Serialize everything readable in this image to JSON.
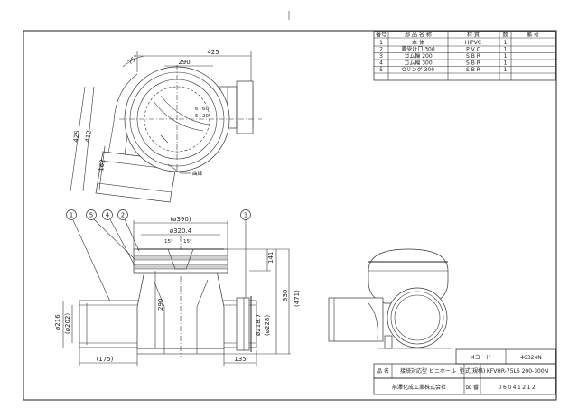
{
  "parts_table": {
    "headers": {
      "no": "番号",
      "name": "部 品 名 称",
      "material": "材 質",
      "qty": "数",
      "note": "備 考"
    },
    "rows": [
      {
        "no": "1",
        "name": "本 体",
        "material": "HIPVC",
        "qty": "1"
      },
      {
        "no": "2",
        "name": "蓋受け口 300",
        "material": "P V C",
        "qty": "1"
      },
      {
        "no": "3",
        "name": "ゴム輪 200",
        "material": "S B R",
        "qty": "1"
      },
      {
        "no": "4",
        "name": "ゴム輪 300",
        "material": "S B R",
        "qty": "1"
      },
      {
        "no": "5",
        "name": "Oリング 300",
        "material": "S B R",
        "qty": "1"
      }
    ]
  },
  "title_block": {
    "code_label": "Mコード",
    "code_value": "46324N",
    "name_label": "品 名",
    "name_value": "接続対応型 ビニホール",
    "model_label": "型式(規格)",
    "model_value": "KFVHR-75L6 200-300N",
    "company": "前澤化成工業株式会社",
    "drawing_no_label": "図 番",
    "drawing_no_value": "06041212"
  },
  "plan_view": {
    "dim_425": "425",
    "dim_290": "290",
    "angle_75": "75°",
    "dim_425_v": "425",
    "dim_412": "412",
    "dim_162": "162",
    "dim_6": "6",
    "dim_5": "5",
    "dim_60": "60",
    "dim_20": "20",
    "label_dashed": "曲線"
  },
  "front_view": {
    "dim_390": "(ø390)",
    "dim_320": "ø320.4",
    "angle_left": "15°",
    "angle_right": "15°",
    "dim_141": "141",
    "dim_330": "330",
    "dim_471": "(471)",
    "dim_290v": "290",
    "dim_216": "ø216",
    "dim_202": "(ø202)",
    "dim_2187": "ø218.7",
    "dim_228": "(ø228)",
    "dim_175": "(175)",
    "dim_135": "135"
  },
  "balloons": [
    "1",
    "5",
    "4",
    "2",
    "3"
  ]
}
